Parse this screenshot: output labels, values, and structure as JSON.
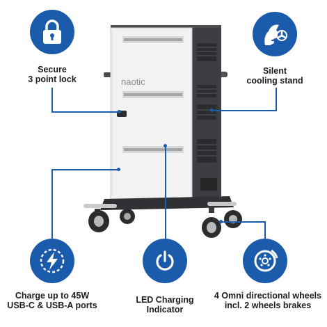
{
  "brand": {
    "name": "naotic"
  },
  "features": {
    "lock": {
      "icon": "padlock-icon",
      "line1": "Secure",
      "line2": "3 point lock"
    },
    "cooling": {
      "icon": "silent-fan-icon",
      "line1": "Silent",
      "line2": "cooling stand"
    },
    "charge": {
      "icon": "charging-bolt-icon",
      "line1": "Charge up to 45W",
      "line2": "USB-C & USB-A ports"
    },
    "led": {
      "icon": "power-button-icon",
      "line1": "LED Charging",
      "line2": "Indicator"
    },
    "wheels": {
      "icon": "wheel-brake-icon",
      "line1": "4 Omni directional wheels",
      "line2": "incl. 2 wheels brakes"
    }
  },
  "colors": {
    "accent": "#1b5bab",
    "cabinet_door": "#f2f2f2",
    "cabinet_body": "#3b3d40",
    "text": "#1d1d1f"
  }
}
